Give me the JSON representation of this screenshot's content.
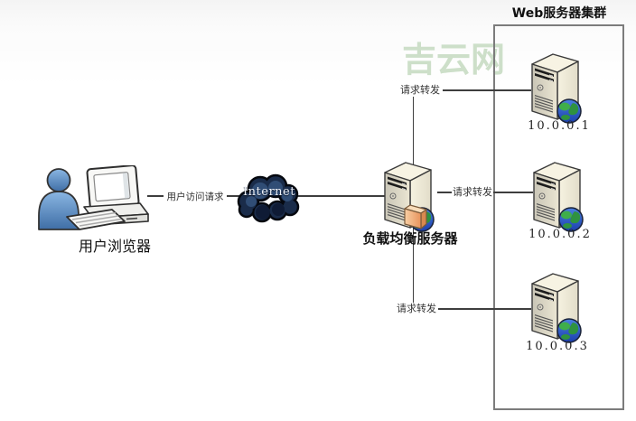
{
  "watermark": "吉云网",
  "cluster": {
    "title": "Web服务器集群",
    "servers": [
      {
        "ip": "10.0.0.1",
        "icon": "web-server-icon"
      },
      {
        "ip": "10.0.0.2",
        "icon": "web-server-icon"
      },
      {
        "ip": "10.0.0.3",
        "icon": "web-server-icon"
      }
    ]
  },
  "nodes": {
    "user": {
      "label": "用户浏览器",
      "icons": [
        "person-icon",
        "desktop-computer-icon",
        "keyboard-icon"
      ]
    },
    "internet": {
      "label": "Internet",
      "icon": "internet-cloud-icon"
    },
    "load_balancer": {
      "label": "负载均衡服务器",
      "icon": "load-balancer-server-icon"
    }
  },
  "edges": {
    "user_request_label": "用户访问请求",
    "forward_labels": [
      "请求转发",
      "请求转发",
      "请求转发"
    ]
  },
  "colors": {
    "watermark": "#cddfc9",
    "line": "#3e3e3e",
    "cluster_border": "#7c7c7c",
    "server_body": "#efead7",
    "cloud": "#1a2c4a",
    "person": "#5d8fc4",
    "lb_card": "#f0a878",
    "globe_ocean": "#2b5cd0",
    "globe_land": "#3fae4a"
  }
}
